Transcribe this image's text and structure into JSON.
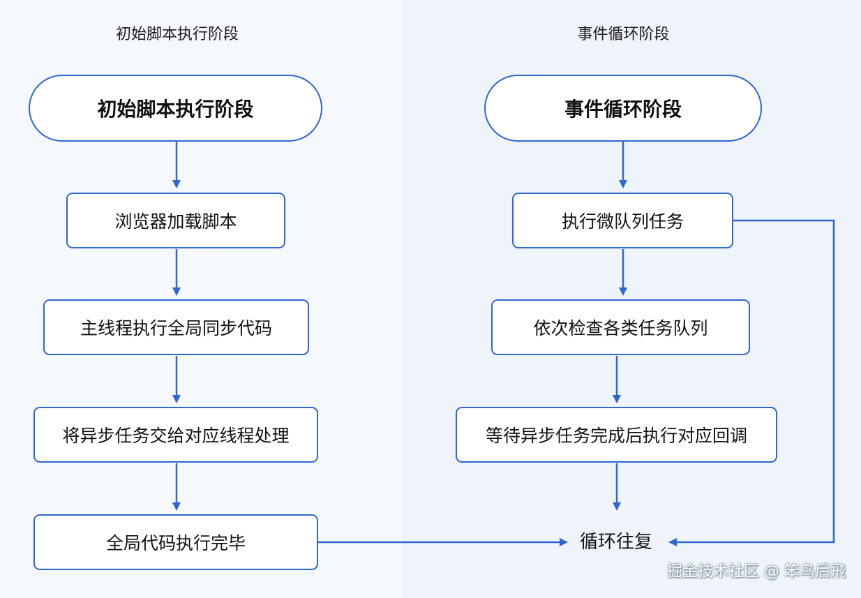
{
  "left": {
    "title": "初始脚本执行阶段",
    "start": "初始脚本执行阶段",
    "steps": [
      "浏览器加载脚本",
      "主线程执行全局同步代码",
      "将异步任务交给对应线程处理",
      "全局代码执行完毕"
    ]
  },
  "right": {
    "title": "事件循环阶段",
    "start": "事件循环阶段",
    "steps": [
      "执行微队列任务",
      "依次检查各类任务队列",
      "等待异步任务完成后执行对应回调"
    ],
    "loop": "循环往复"
  },
  "watermark": "掘金技术社区 @ 笨鸟后飛",
  "colors": {
    "accent": "#2f66d0",
    "node_bg": "#ffffff",
    "left_bg": "#f5f8fc",
    "right_bg": "#eff4fa"
  }
}
